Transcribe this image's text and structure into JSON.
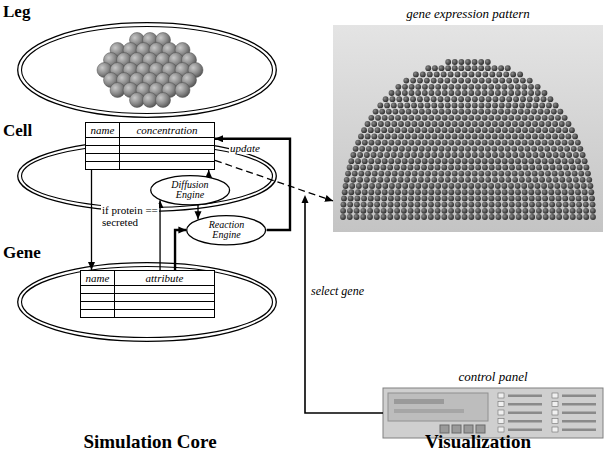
{
  "diagram": {
    "nodes": [
      {
        "text": [
          "Leg"
        ]
      },
      {
        "text": [
          "Cell"
        ]
      },
      {
        "text": [
          "name",
          "concentration"
        ],
        "in": 1
      },
      {
        "text": [
          "gene expression pattern"
        ]
      },
      {
        "text": [
          "Diffusion Engine"
        ]
      },
      {
        "text": [
          "Reaction Engine"
        ]
      },
      {
        "text": [
          "Gene"
        ]
      },
      {
        "text": [
          "name",
          "attribute"
        ],
        "in": 6
      },
      {
        "text": [
          "control panel"
        ]
      }
    ],
    "edges": [
      {
        "from": 2,
        "to": 7,
        "arrow": "to"
      },
      {
        "from": 4,
        "to": 2,
        "arrow": "to"
      },
      {
        "from": 5,
        "to": 2,
        "arrow": "to",
        "label": "update"
      },
      {
        "from": 4,
        "to": 5,
        "arrow": "to"
      },
      {
        "from": 7,
        "to": 4,
        "arrow": "to",
        "label": "if protein == secreted"
      },
      {
        "from": 7,
        "to": 5,
        "arrow": "to"
      },
      {
        "from": 2,
        "to": 3,
        "arrow": "to"
      }
    ],
    "labels": [
      "Simulation Core",
      "Visualization",
      "select gene"
    ]
  }
}
